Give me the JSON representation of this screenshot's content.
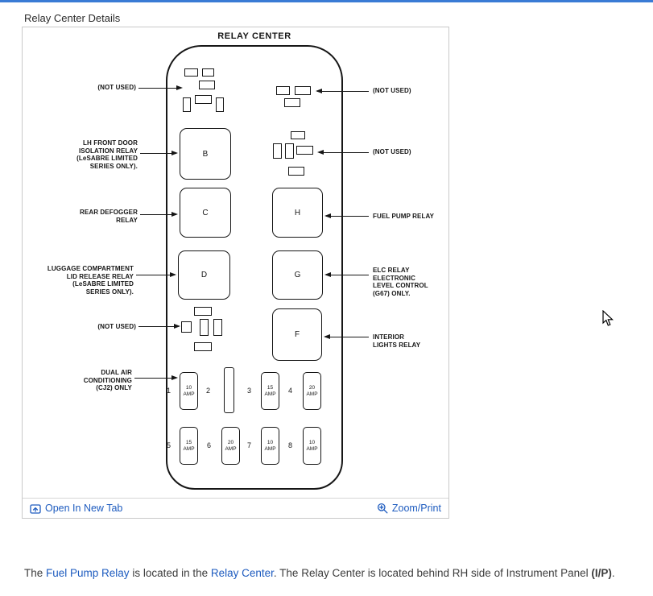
{
  "colors": {
    "top_bar": "#3a7bd5",
    "link_blue": "#1d5bbf",
    "diagram_ink": "#161616"
  },
  "page": {
    "title": "Relay Center Details",
    "body": {
      "segments": [
        "The ",
        "Fuel Pump Relay",
        " is located in the ",
        "Relay Center",
        ". The Relay Center is located behind RH side of Instrument Panel ",
        "(I/P)",
        "."
      ]
    }
  },
  "panel": {
    "footer": {
      "open_in_new_tab": "Open In New Tab",
      "zoom_print": "Zoom/Print"
    }
  },
  "diagram": {
    "title": "RELAY CENTER",
    "relays": {
      "b": "B",
      "c": "C",
      "d": "D",
      "h": "H",
      "g": "G",
      "f": "F"
    },
    "callouts": {
      "not_used_top_left": "(NOT USED)",
      "lh_front_door": "LH FRONT DOOR\nISOLATION RELAY\n(LeSABRE LIMITED\nSERIES ONLY).",
      "rear_defogger": "REAR DEFOGGER\nRELAY",
      "luggage": "LUGGAGE COMPARTMENT\nLID RELEASE RELAY\n(LeSABRE LIMITED\nSERIES ONLY).",
      "not_used_bottom_left": "(NOT USED)",
      "dual_air": "DUAL AIR\nCONDITIONING\n(CJ2) ONLY",
      "not_used_top_right": "(NOT USED)",
      "not_used_mid_right": "(NOT USED)",
      "fuel_pump": "FUEL PUMP RELAY",
      "elc": "ELC RELAY\nELECTRONIC\nLEVEL CONTROL\n(G67) ONLY.",
      "interior_lights": "INTERIOR\nLIGHTS RELAY"
    },
    "fuses": [
      {
        "num": "1",
        "rating": "10",
        "unit": "AMP"
      },
      {
        "num": "2",
        "rating": "",
        "unit": ""
      },
      {
        "num": "3",
        "rating": "15",
        "unit": "AMP"
      },
      {
        "num": "4",
        "rating": "20",
        "unit": "AMP"
      },
      {
        "num": "5",
        "rating": "15",
        "unit": "AMP"
      },
      {
        "num": "6",
        "rating": "20",
        "unit": "AMP"
      },
      {
        "num": "7",
        "rating": "10",
        "unit": "AMP"
      },
      {
        "num": "8",
        "rating": "10",
        "unit": "AMP"
      }
    ]
  }
}
